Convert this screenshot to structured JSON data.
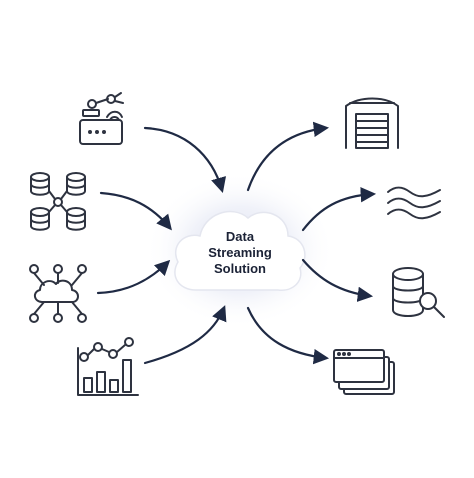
{
  "center": {
    "lines": [
      "Data",
      "Streaming",
      "Solution"
    ]
  },
  "colors": {
    "icon_stroke": "#2e3340",
    "arrow": "#1f2a44",
    "glow": "#d8dcef"
  },
  "sources": [
    {
      "icon": "robot-arm-and-iot-device-icon"
    },
    {
      "icon": "database-network-icon"
    },
    {
      "icon": "cloud-network-icon"
    },
    {
      "icon": "analytics-chart-icon"
    }
  ],
  "destinations": [
    {
      "icon": "warehouse-icon"
    },
    {
      "icon": "data-stream-waves-icon"
    },
    {
      "icon": "database-search-icon"
    },
    {
      "icon": "application-windows-icon"
    }
  ]
}
